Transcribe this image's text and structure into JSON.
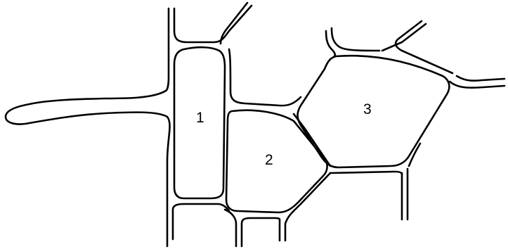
{
  "diagram": {
    "cells": [
      {
        "label": "1"
      },
      {
        "label": "2"
      },
      {
        "label": "3"
      }
    ]
  }
}
